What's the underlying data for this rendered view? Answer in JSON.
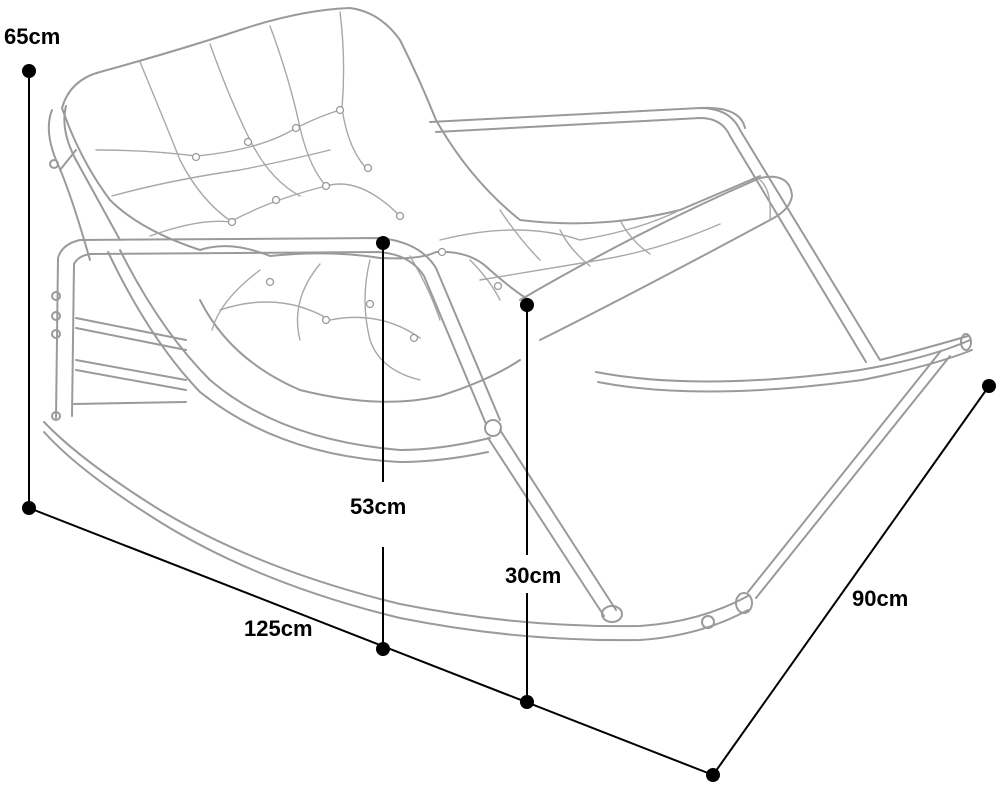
{
  "dimensions": {
    "height_total": "65cm",
    "seat_height": "53cm",
    "seat_low": "30cm",
    "length": "125cm",
    "width": "90cm"
  }
}
